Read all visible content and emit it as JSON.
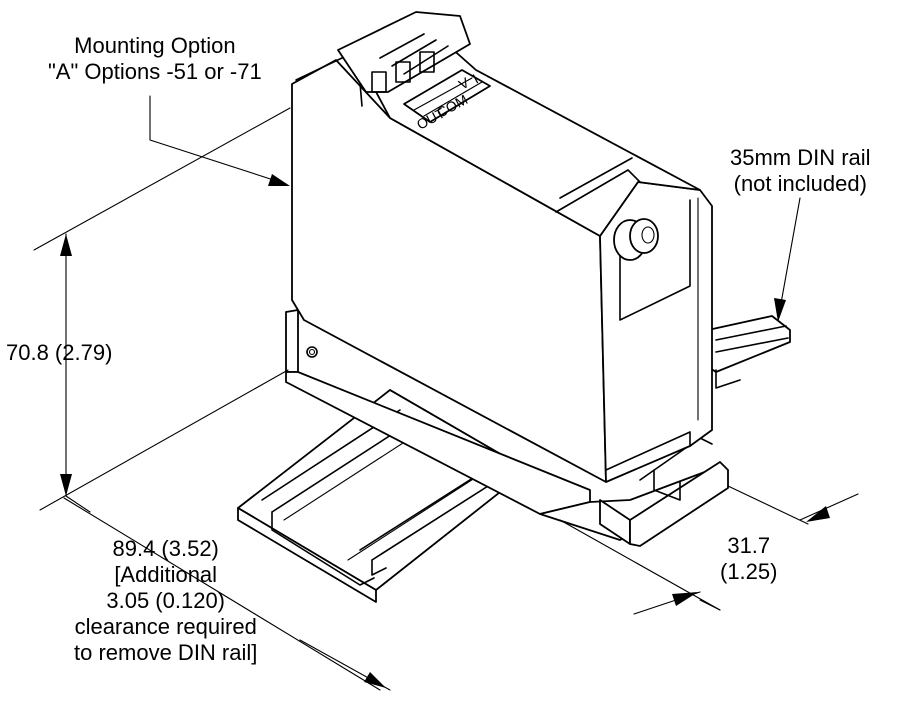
{
  "callouts": {
    "mounting_option": [
      "Mounting Option",
      "\"A\" Options -51 or -71"
    ],
    "din_rail": [
      "35mm DIN rail",
      "(not included)"
    ]
  },
  "dimensions": {
    "height": "70.8 (2.79)",
    "depth": [
      "89.4 (3.52)",
      "[Additional",
      "3.05 (0.120)",
      "clearance required",
      "to remove DIN rail]"
    ],
    "width": [
      "31.7",
      "(1.25)"
    ]
  },
  "terminal_labels": [
    "V",
    "I",
    "COM",
    "OUT"
  ]
}
